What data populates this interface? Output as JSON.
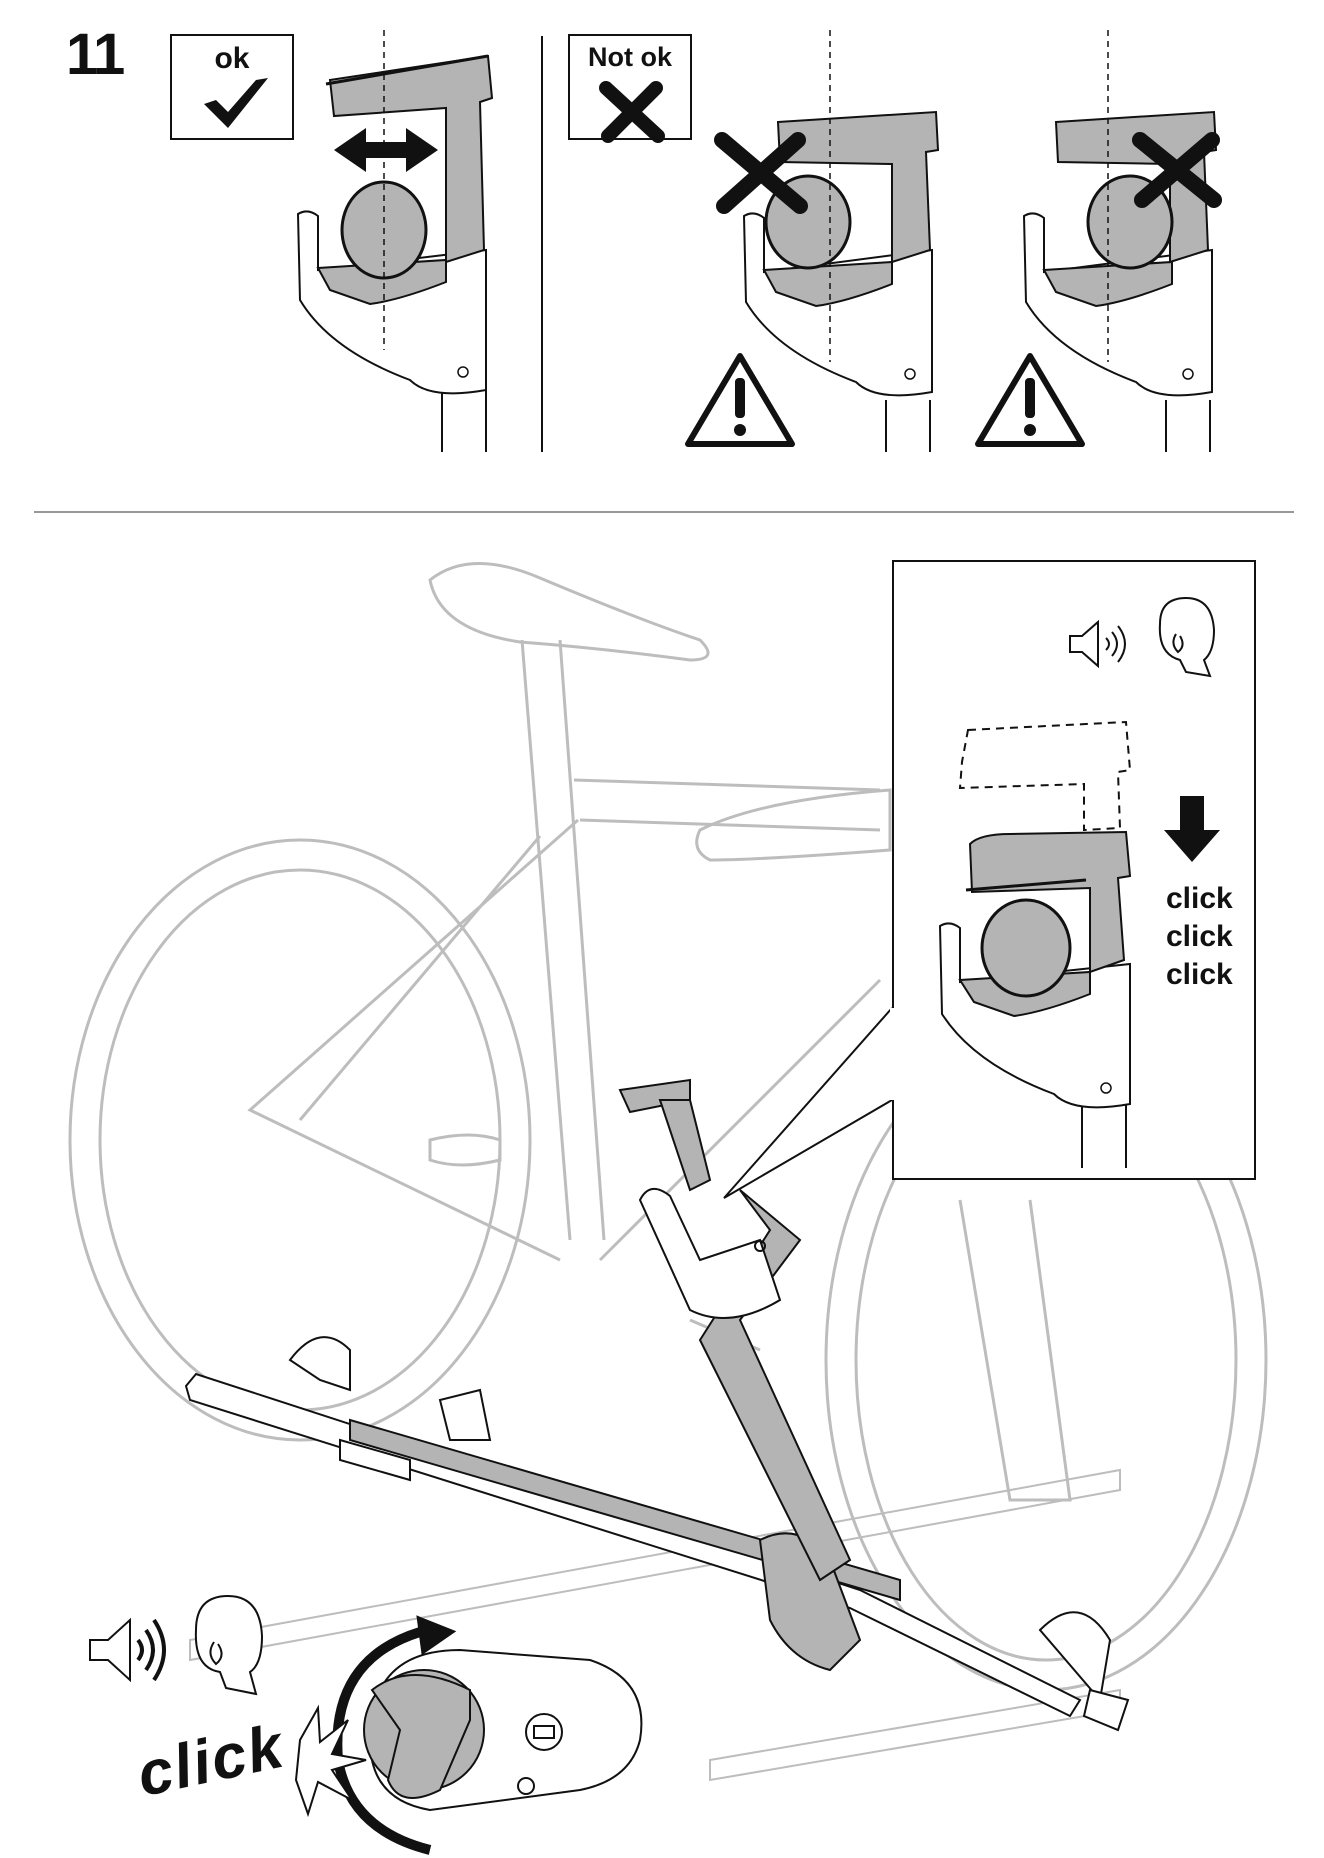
{
  "step": {
    "number": "11"
  },
  "labels": {
    "ok": "ok",
    "not_ok": "Not ok"
  },
  "detail": {
    "click_lines": [
      "click",
      "click",
      "click"
    ]
  },
  "bottom": {
    "click_label": "click"
  },
  "icons": {
    "ok_mark": "check-mark-icon",
    "not_ok_mark": "cross-mark-icon",
    "warning": "warning-triangle-icon",
    "sound": "speaker-sound-icon",
    "listener": "ear-head-icon",
    "down": "arrow-down-icon",
    "rotate": "rotate-arrow-icon"
  },
  "colors": {
    "line": "#111111",
    "part_gray": "#b4b4b4",
    "faded_bike": "#bdbdbd",
    "background": "#ffffff"
  }
}
